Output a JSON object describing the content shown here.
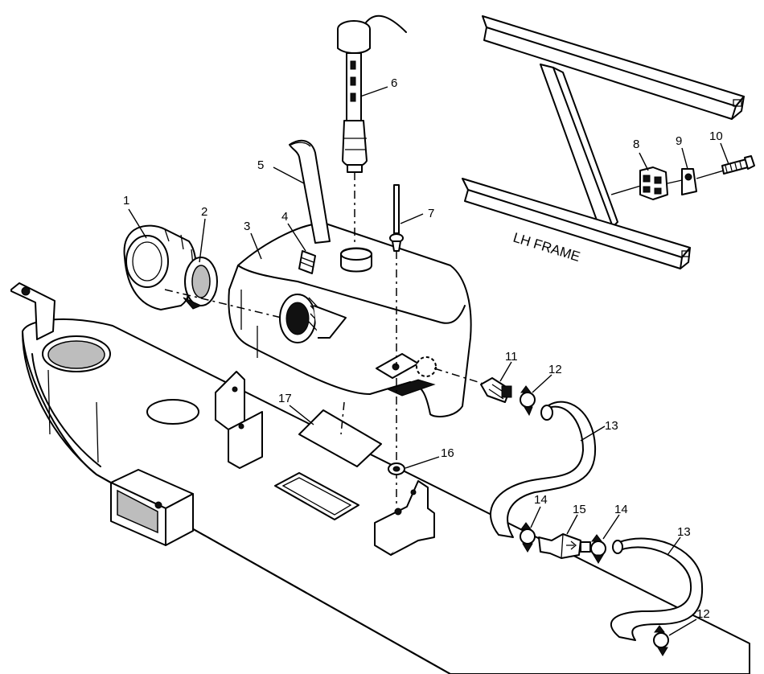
{
  "frame_label": "LH FRAME",
  "callouts": [
    {
      "id": "c1",
      "text": "1"
    },
    {
      "id": "c2",
      "text": "2"
    },
    {
      "id": "c3",
      "text": "3"
    },
    {
      "id": "c4",
      "text": "4"
    },
    {
      "id": "c5",
      "text": "5"
    },
    {
      "id": "c6",
      "text": "6"
    },
    {
      "id": "c7",
      "text": "7"
    },
    {
      "id": "c8",
      "text": "8"
    },
    {
      "id": "c9",
      "text": "9"
    },
    {
      "id": "c10",
      "text": "10"
    },
    {
      "id": "c11",
      "text": "11"
    },
    {
      "id": "c12a",
      "text": "12"
    },
    {
      "id": "c13a",
      "text": "13"
    },
    {
      "id": "c14a",
      "text": "14"
    },
    {
      "id": "c15",
      "text": "15"
    },
    {
      "id": "c14b",
      "text": "14"
    },
    {
      "id": "c13b",
      "text": "13"
    },
    {
      "id": "c12b",
      "text": "12"
    },
    {
      "id": "c16",
      "text": "16"
    },
    {
      "id": "c17",
      "text": "17"
    }
  ]
}
